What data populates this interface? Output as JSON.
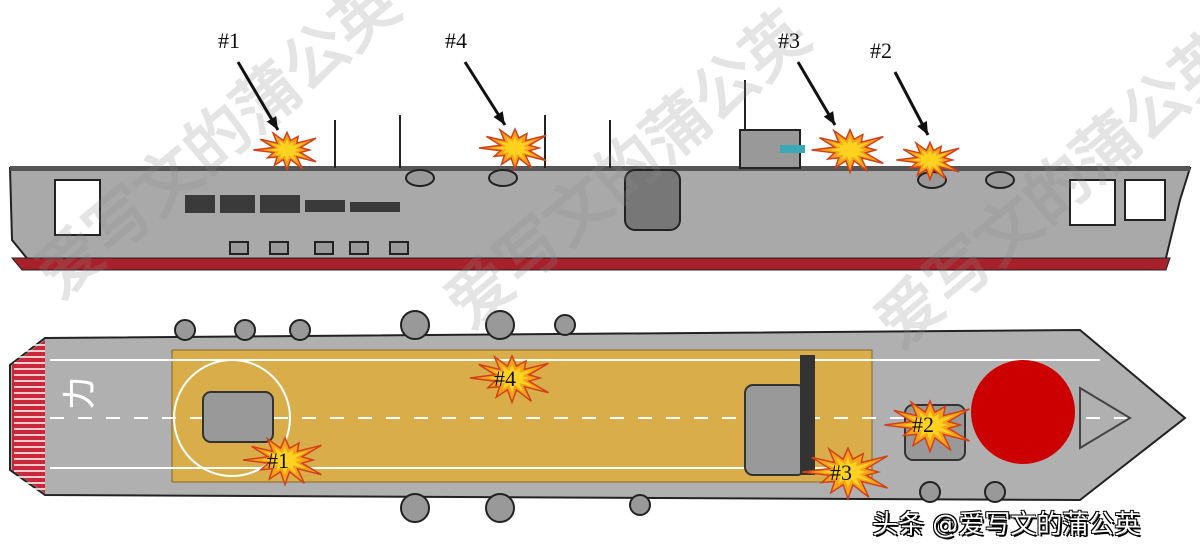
{
  "side_view": {
    "hits": [
      {
        "label": "#1"
      },
      {
        "label": "#4"
      },
      {
        "label": "#3"
      },
      {
        "label": "#2"
      }
    ]
  },
  "top_view": {
    "deck_letter": "カ",
    "hits": [
      {
        "label": "#4"
      },
      {
        "label": "#1"
      },
      {
        "label": "#2"
      },
      {
        "label": "#3"
      }
    ]
  },
  "watermark": "爱写文的蒲公英",
  "credit": "头条 @爱写文的蒲公英",
  "colors": {
    "hull": "#a9a9a9",
    "deck_wood": "#d9ae4a",
    "hinomaru": "#cc0000",
    "boot": "#a8202a"
  }
}
